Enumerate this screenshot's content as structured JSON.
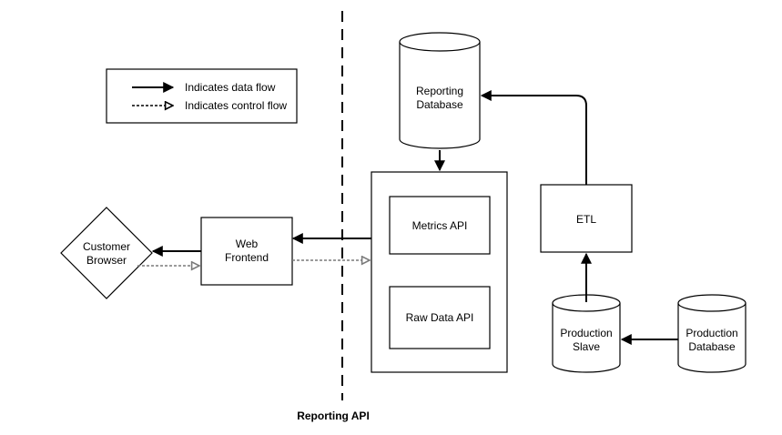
{
  "legend": {
    "data_flow": "Indicates data flow",
    "control_flow": "Indicates control flow"
  },
  "boundary": {
    "label": "Reporting API"
  },
  "nodes": {
    "customer_browser": [
      "Customer",
      "Browser"
    ],
    "web_frontend": [
      "Web",
      "Frontend"
    ],
    "metrics_api": "Metrics API",
    "raw_data_api": "Raw Data API",
    "reporting_database": [
      "Reporting",
      "Database"
    ],
    "etl": "ETL",
    "production_slave": [
      "Production",
      "Slave"
    ],
    "production_database": [
      "Production",
      "Database"
    ]
  },
  "colors": {
    "line": "#000000",
    "control_line": "#7a7a7a",
    "background": "#ffffff"
  }
}
